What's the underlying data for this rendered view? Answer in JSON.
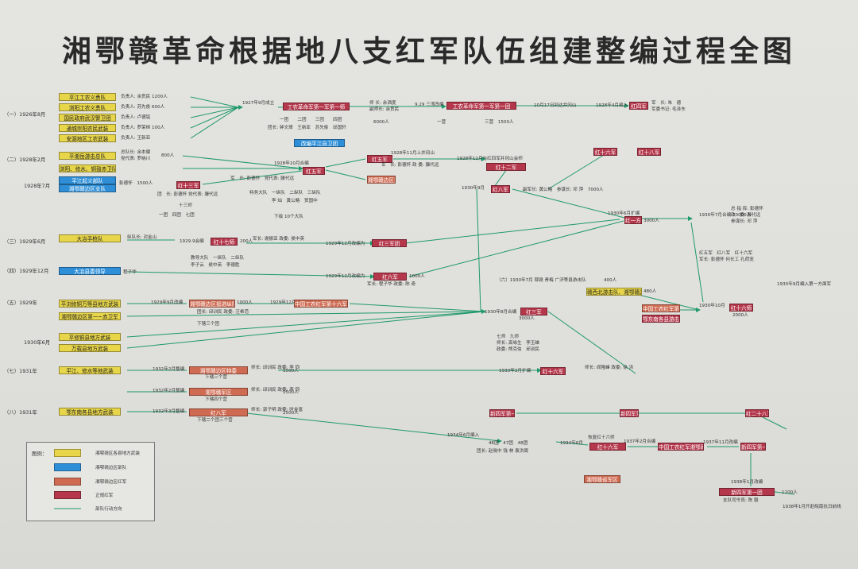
{
  "title": "湘鄂赣革命根据地八支红军队伍组建整编过程全图",
  "eras": [
    "（一）1926年8月",
    "（二）1928年2月",
    "1928年7月",
    "（三）1929年6月",
    "（四）1929年12月",
    "（五）1929年",
    "1930年6月",
    "（七）1931年",
    "（八）1931年"
  ],
  "local_units": [
    "平江工农义勇队",
    "浏阳工农义勇队",
    "国民政府武汉警卫团",
    "通城崇阳农民武装",
    "安源地区工农武装",
    "平湘岳游击总队",
    "浏阳、修水、铜鼓赤卫队",
    "平江起义部队",
    "湘鄂赣边区支队",
    "大冶手枪队",
    "大冶县委领导",
    "平浏修铜万等县地方武装",
    "湘鄂赣边区第一~赤卫军",
    "平修铜县地方武装",
    "万载县地方武装",
    "平江、修水等地武装",
    "鄂东南各县地方武装"
  ],
  "red_units": [
    "工农革命军第一军第一师",
    "工农革命军第一军第一团",
    "红四军",
    "红五军",
    "红五军",
    "红十二军",
    "红十三军",
    "红八军",
    "红十六军",
    "红十八军",
    "红十七师",
    "红三军团",
    "红六军",
    "红三军",
    "红一方面军",
    "红十六师",
    "红十六军",
    "新四军第一支队",
    "新四军第一团",
    "红二十八军"
  ],
  "orange_units": [
    "湘鄂赣边区挺进支队",
    "湘鄂赣边区挺进纵队",
    "中国工农红军第十六军",
    "中国工农红军第二十一军",
    "湘鄂赣边区特委",
    "湘鄂赣军区",
    "红八军",
    "鄂东南特区",
    "湘鄂赣省军区",
    "中国工农红军湘鄂赣独立师"
  ],
  "blue_units": [
    "改编平江自卫团",
    "湘鄂赣边区",
    "鄂东独立团"
  ],
  "texts": {
    "n_a1": "负责人: 余贲民 1200人",
    "n_a2": "负责人: 苏先俊 600人",
    "n_a3": "负责人: 卢德铭",
    "n_a4": "负责人: 罗荣桓 100人",
    "n_a5": "负责人: 王新亚",
    "n_sep": "1927年9月成立",
    "n_lead1": "师 长: 余洒度",
    "n_lead2": "副师长: 余贲民",
    "n_dates1": "9.29 三湾改编",
    "n_regs": "一团　　二团　　三团　　四团",
    "n_cmd": "团长: 钟文璋　王新亚　苏先俊　邱国轩",
    "n_6000": "6000人",
    "n_one": "一营",
    "n_three": "三营　1500人",
    "n_jgs": "10月17日到达井冈山",
    "n_1928": "1928年4月编入",
    "n_zhu": "军　长: 朱　德",
    "n_mao": "军委书记: 毛泽东",
    "n_b1": "总队长: 余本健",
    "n_b2": "党代表: 罗纳川",
    "n_800": "800人",
    "n_1928oct": "1928年10月合编",
    "n_b3": "军　长: 彭德怀　党代表: 滕代远",
    "n_b4": "特务大队",
    "n_b5": "一纵队　二纵队　三纵队",
    "n_b6": "李 灿　黄公略　贺国中",
    "n_b7": "下级 10个大队",
    "n_c1": "彭德怀　1500人",
    "n_c2": "团　长: 彭德怀 党代表: 滕代远",
    "n_c3": "十三师",
    "n_c4": "一团　四团　七团",
    "n_c5": "1928年11月上井冈山",
    "n_c6": "1928年12月与红四军井冈山会师",
    "n_c7": "1930年9月",
    "n_c8": "副军长: 黄公略　参谋长: 邓 萍　7000人",
    "n_c9": "军　长: 彭德怀 政 委: 滕代远",
    "n_d1": "纵队长: 对金山",
    "n_d2": "1929.9会编",
    "n_d3": "200人",
    "n_d4": "军长: 谢振亚 政委: 侯中英",
    "n_d5": "1929年12月改编为",
    "n_d6": "教导大队　一纵队　二纵队",
    "n_d7": "李子云　侯中英　李德胜",
    "n_e1": "程子华",
    "n_e2": "1929年12月改编为",
    "n_e3": "1000人",
    "n_e4": "军长: 程子华 政委: 陈 奇",
    "n_f1": "1929年9月改编",
    "n_f2": "1000人",
    "n_f3": "1929年12月改编",
    "n_f4": "团长: 邱训民 政委: 汪希范",
    "n_f5": "下辖三个团",
    "n_f6": "1930年8月合编",
    "n_f7": "3000人",
    "n_f8": "七师　九师",
    "n_f9": "师长: 高咏生　李玉雄",
    "n_f10": "政委: 熊克伯　邱训民",
    "n_g1": "1930年6月扩编",
    "n_g2": "3000人",
    "n_g3": "1930年7月合编 10000人",
    "n_g4": "总 指 挥: 彭德怀",
    "n_g5": "政　委: 滕代远",
    "n_g6": "参谋长: 邓 萍",
    "n_g7": "红五军　红八军　红十六军",
    "n_g8": "军长: 彭德怀 何长工 孔荷宠",
    "n_g9": "1930年9月编入第一方面军",
    "n_g10": "1930年10月",
    "n_g11": "2000人",
    "n_h1": "（六）1930年7月 鄂赣 青梅 广济等县游击队",
    "n_h2": "400人",
    "n_h3": "赣西北游击队、湘鄂赣游击队",
    "n_h4": "480人",
    "n_h5": "鄂东南各县游击队",
    "n_i1": "1932年2月整编",
    "n_i2": "师长: 邱训民 政委: 李 钧",
    "n_i3": "1500人",
    "n_i4": "1933年2月扩编",
    "n_i5": "师长: 阎隆峰 政委: 徐 洪",
    "n_i6": "下辖三个营",
    "n_i7": "1500人",
    "n_i8": "1932年2月整编",
    "n_i9": "下辖四个营",
    "n_j1": "1932年3月整编",
    "n_j2": "师长: 郭子明 政委: 时金富",
    "n_j3": "2500人",
    "n_j4": "下辖二个团三个营",
    "n_j5": "1934年6月编入",
    "n_j6": "46团　47团　48团",
    "n_j7": "团长: 赵晓中 钱 林 袁洪周",
    "n_j8": "1934年6月",
    "n_j9": "恢复红十六师",
    "n_j10": "1937年2月合编",
    "n_j11": "1937年11月改编",
    "n_j12": "1938年1月改编",
    "n_j13": "1100人",
    "n_j14": "支队司令员: 陈 毅",
    "n_j15": "1938年1月开赴皖南抗日前线"
  },
  "legend": {
    "title": "图例：",
    "items": [
      "湘鄂赣区各县地方武装",
      "湘鄂赣边区部队",
      "湘鄂赣边区红军",
      "正规红军",
      "部队行动方向"
    ]
  }
}
